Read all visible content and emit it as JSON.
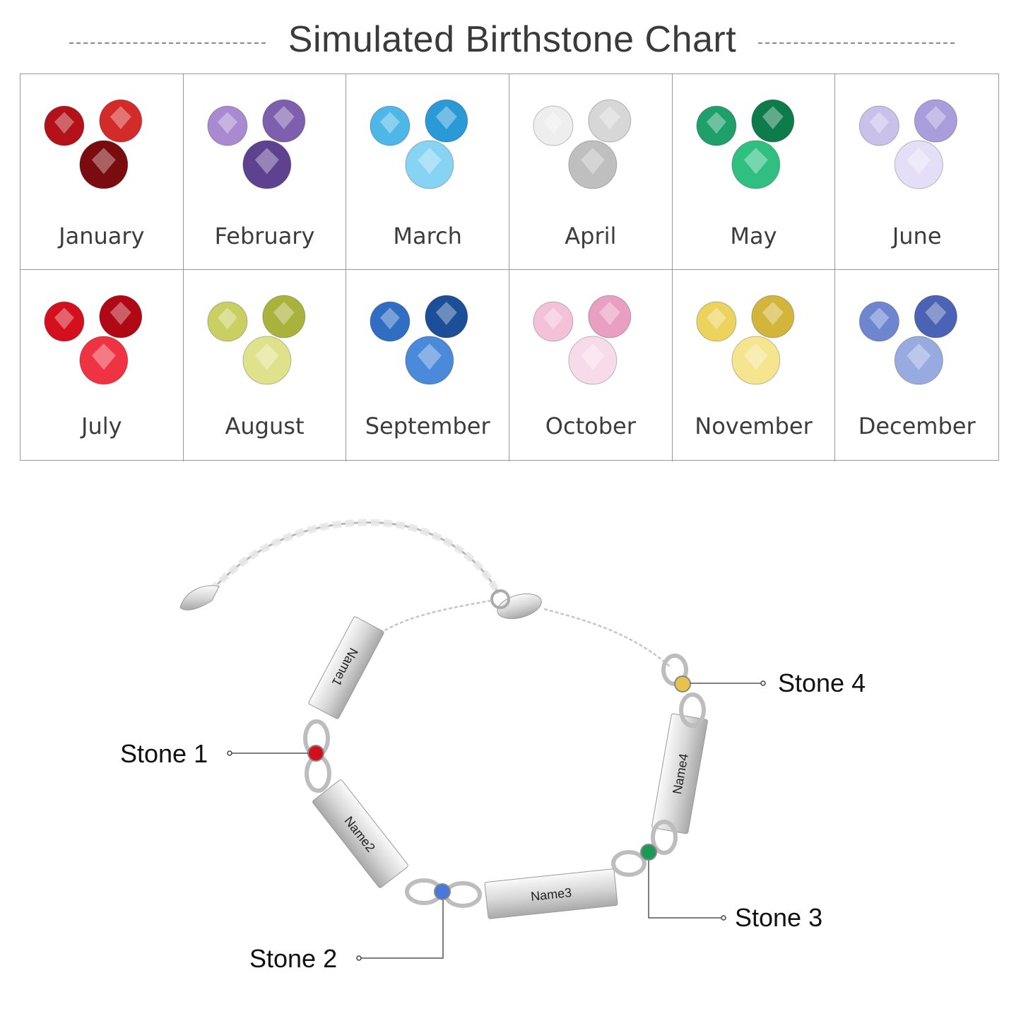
{
  "title": "Simulated Birthstone Chart",
  "months": [
    {
      "label": "January",
      "colors": [
        "#b3121a",
        "#d32a2a",
        "#7a0c10"
      ]
    },
    {
      "label": "February",
      "colors": [
        "#a98ad0",
        "#7e5fae",
        "#5e4290"
      ]
    },
    {
      "label": "March",
      "colors": [
        "#4fb7e8",
        "#2a9ad6",
        "#86d3f3"
      ]
    },
    {
      "label": "April",
      "colors": [
        "#eeeeee",
        "#d7d7d7",
        "#bfbfbf"
      ]
    },
    {
      "label": "May",
      "colors": [
        "#1fa06a",
        "#0e7b4b",
        "#2fc081"
      ]
    },
    {
      "label": "June",
      "colors": [
        "#c9c1ea",
        "#a99ddb",
        "#e4dff6"
      ]
    },
    {
      "label": "July",
      "colors": [
        "#d5101e",
        "#b00814",
        "#ef3342"
      ]
    },
    {
      "label": "August",
      "colors": [
        "#c9cf62",
        "#a9b23a",
        "#dfe28a"
      ]
    },
    {
      "label": "September",
      "colors": [
        "#2f6ec2",
        "#1d4f98",
        "#4b8adb"
      ]
    },
    {
      "label": "October",
      "colors": [
        "#f3c2d9",
        "#e99fc1",
        "#f8dbe8"
      ]
    },
    {
      "label": "November",
      "colors": [
        "#ecd35e",
        "#d4b53c",
        "#f5e58e"
      ]
    },
    {
      "label": "December",
      "colors": [
        "#6e86cf",
        "#4b63b4",
        "#98abe0"
      ]
    }
  ],
  "bracelet": {
    "engravings": [
      "Name1",
      "Name2",
      "Name3",
      "Name4"
    ],
    "stones": [
      {
        "label": "Stone 1",
        "color": "#d0101c"
      },
      {
        "label": "Stone 2",
        "color": "#4a78d8"
      },
      {
        "label": "Stone 3",
        "color": "#1a9a55"
      },
      {
        "label": "Stone 4",
        "color": "#e8c24a"
      }
    ]
  }
}
